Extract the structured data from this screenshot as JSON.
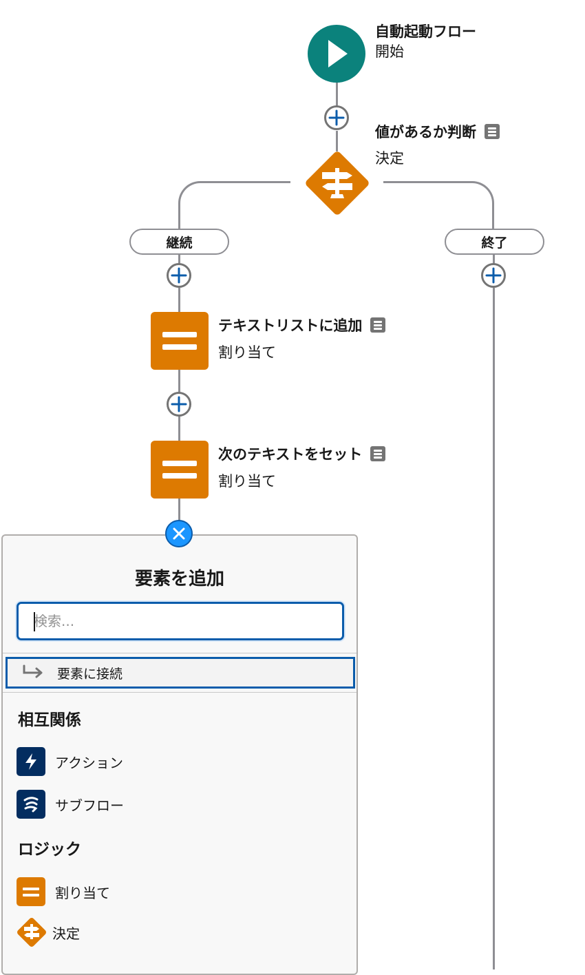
{
  "start": {
    "title": "自動起動フロー",
    "subtitle": "開始",
    "color": "#0b827c"
  },
  "decision": {
    "title": "値があるか判断",
    "subtitle": "決定",
    "color": "#dd7a01"
  },
  "branches": {
    "left": "継続",
    "right": "終了"
  },
  "assign1": {
    "title": "テキストリストに追加",
    "subtitle": "割り当て"
  },
  "assign2": {
    "title": "次のテキストをセット",
    "subtitle": "割り当て"
  },
  "panel": {
    "title": "要素を追加",
    "search_placeholder": "検索...",
    "connect_label": "要素に接続",
    "sections": [
      {
        "heading": "相互関係",
        "items": [
          "アクション",
          "サブフロー"
        ]
      },
      {
        "heading": "ロジック",
        "items": [
          "割り当て",
          "決定"
        ]
      }
    ]
  },
  "icons": [
    "play-icon",
    "add-icon",
    "doc-icon",
    "decision-icon",
    "assignment-icon",
    "close-icon",
    "connect-arrow-icon",
    "action-icon",
    "subflow-icon"
  ],
  "colors": {
    "accent_blue": "#0b5cab",
    "close_blue": "#1b96ff",
    "navy": "#032d60",
    "connector": "#8e8e93"
  }
}
